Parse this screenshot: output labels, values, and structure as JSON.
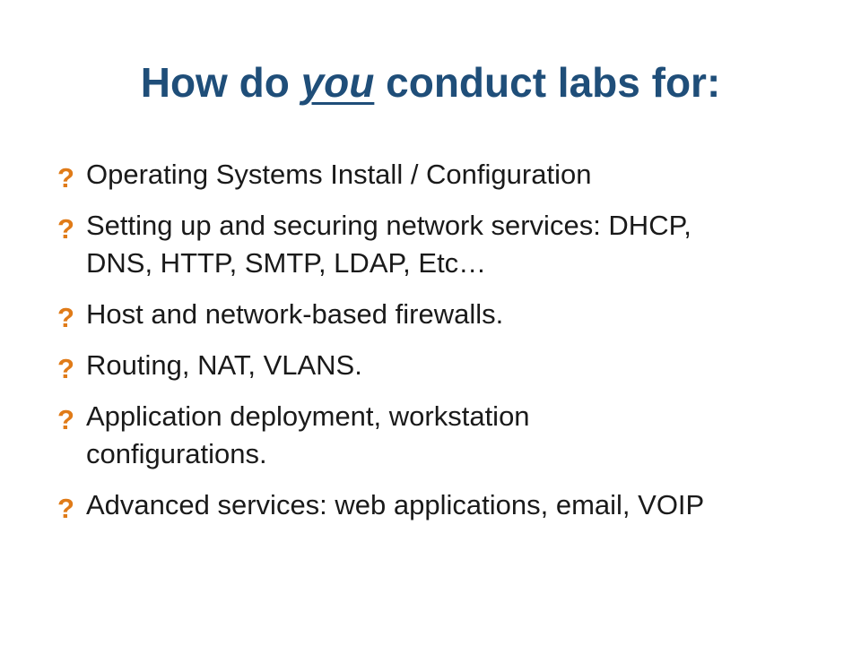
{
  "slide": {
    "title": {
      "before": "How do ",
      "emphasis": "you",
      "after": " conduct  labs for:"
    },
    "bullet_glyph": "?",
    "bullets": [
      {
        "lines": [
          "Operating Systems Install / Configuration"
        ]
      },
      {
        "lines": [
          "Setting up and securing network services: DHCP,",
          "DNS, HTTP, SMTP, LDAP, Etc…"
        ]
      },
      {
        "lines": [
          "Host and network-based firewalls."
        ]
      },
      {
        "lines": [
          "Routing, NAT, VLANS."
        ]
      },
      {
        "lines": [
          "Application deployment, workstation",
          "configurations."
        ]
      },
      {
        "lines": [
          "Advanced services: web applications, email, VOIP"
        ]
      }
    ]
  },
  "colors": {
    "title": "#1f4e79",
    "bullet_mark": "#e07b18",
    "body_text": "#1a1a1a",
    "background": "#ffffff"
  }
}
